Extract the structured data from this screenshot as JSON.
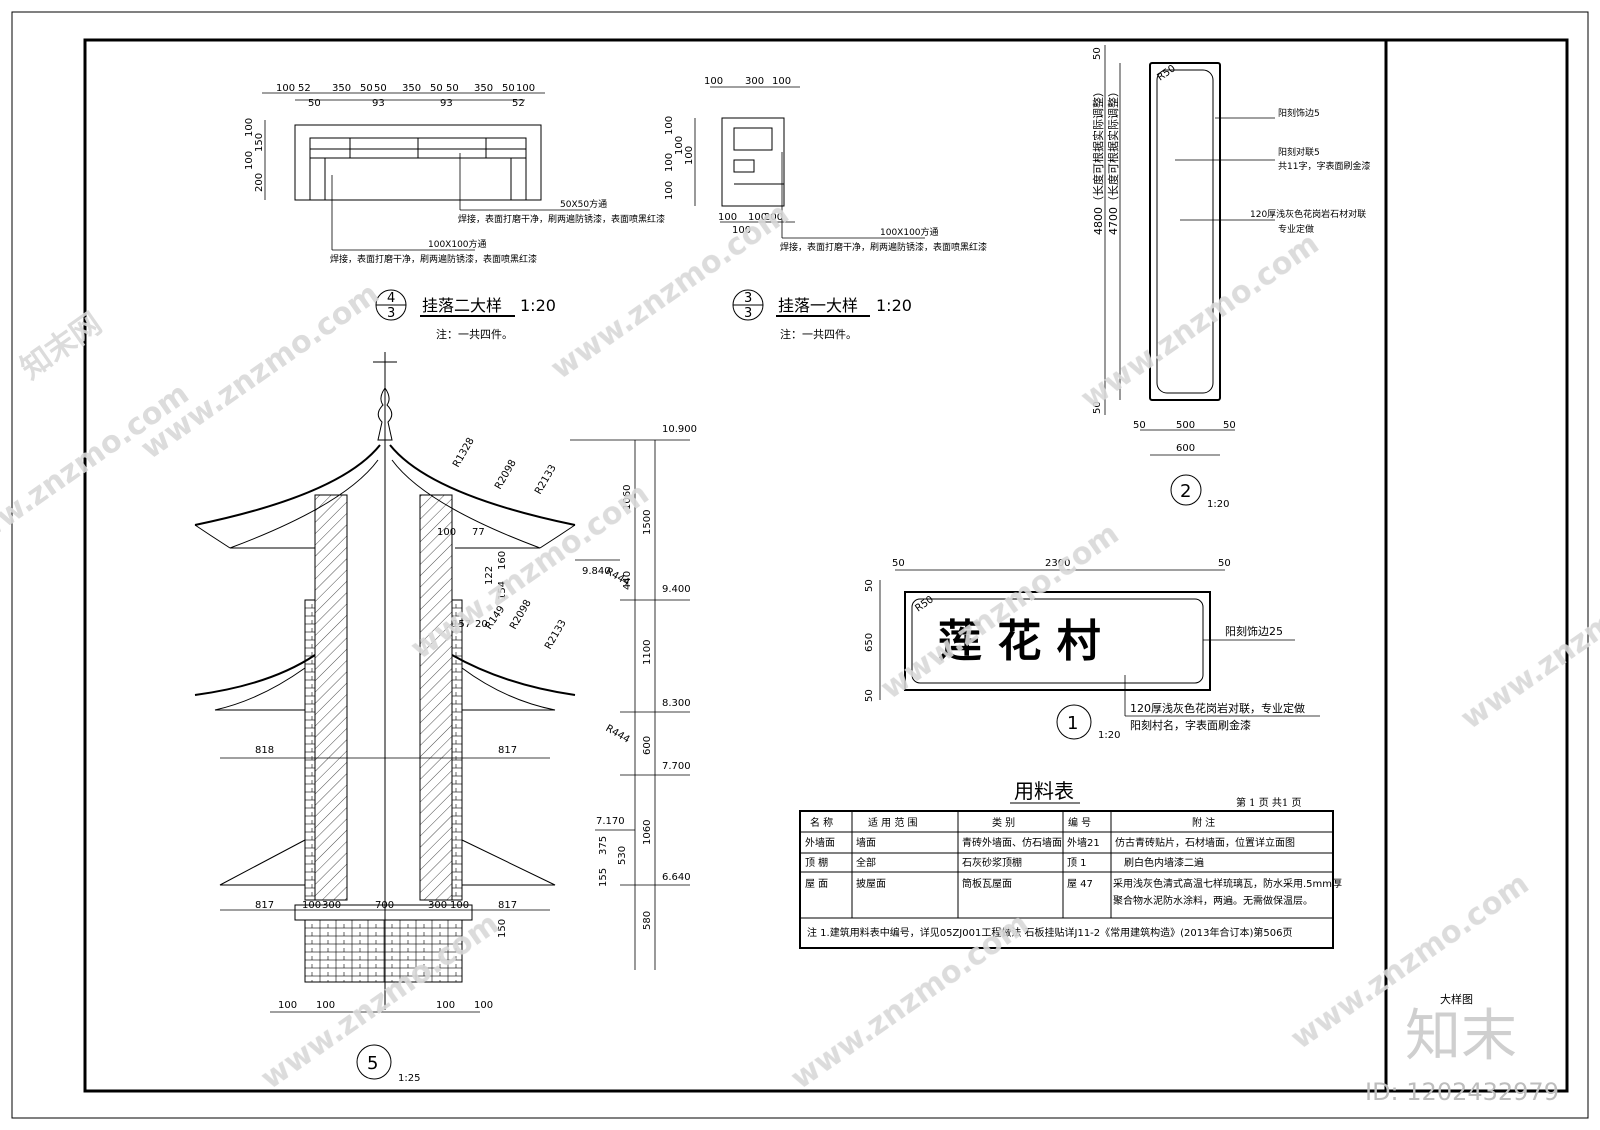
{
  "detail_4": {
    "title": "挂落二大样",
    "scale": "1:20",
    "num_top": "4",
    "num_bottom": "3",
    "note": "注：一共四件。",
    "dims_top": [
      "100",
      "52",
      "350",
      "50",
      "50",
      "350",
      "50",
      "50",
      "350",
      "50",
      "100"
    ],
    "dims_sub": [
      "50",
      "93",
      "93",
      "52"
    ],
    "dims_left": [
      "100",
      "150",
      "100",
      "200"
    ],
    "label_a_spec": "50X50方通",
    "label_a_note": "焊接，表面打磨干净，刷两遍防锈漆，表面喷黑红漆",
    "label_b_spec": "100X100方通",
    "label_b_note": "焊接，表面打磨干净，刷两遍防锈漆，表面喷黑红漆"
  },
  "detail_3": {
    "title": "挂落一大样",
    "scale": "1:20",
    "num_top": "3",
    "num_bottom": "3",
    "note": "注：一共四件。",
    "dims_top": [
      "100",
      "300",
      "100"
    ],
    "dims_left": [
      "100",
      "100",
      "100",
      "100",
      "100"
    ],
    "dims_bottom": [
      "100",
      "100",
      "200",
      "100"
    ],
    "label_spec": "100X100方通",
    "label_note": "焊接，表面打磨干净，刷两遍防锈漆，表面喷黑红漆"
  },
  "detail_2": {
    "num": "2",
    "scale": "1:20",
    "r_label": "R50",
    "dim_total_vertical": "4800（长度可根据实际调整）",
    "dim_inner_vertical": "4700（长度可根据实际调整）",
    "dim_top": "50",
    "dim_bottom": "50",
    "dims_width": [
      "50",
      "500",
      "50"
    ],
    "dim_total_width": "600",
    "label_1": "阳刻饰边5",
    "label_2": "阳刻对联5",
    "label_2b": "共11字，字表面刷金漆",
    "label_3": "120厚浅灰色花岗岩石材对联",
    "label_3b": "专业定做"
  },
  "detail_1": {
    "num": "1",
    "scale": "1:20",
    "sign_text": "莲  花  村",
    "r_label": "R50",
    "dims_top": [
      "50",
      "2300",
      "50"
    ],
    "dims_left": [
      "50",
      "650",
      "50"
    ],
    "label_border": "阳刻饰边25",
    "label_stone": "120厚浅灰色花岗岩对联，专业定做",
    "label_stone_b": "阳刻村名，字表面刷金漆"
  },
  "detail_5": {
    "num": "5",
    "scale": "1:25",
    "elevations": [
      "10.900",
      "9.840",
      "9.400",
      "8.300",
      "7.700",
      "7.170",
      "6.640"
    ],
    "dims_right": [
      "1060",
      "1500",
      "440",
      "1100",
      "600",
      "1060",
      "580"
    ],
    "dims_inner": [
      "375",
      "530",
      "155",
      "160",
      "122",
      "154"
    ],
    "radii": [
      "R1328",
      "R2098",
      "R2133",
      "R444",
      "R149",
      "R2098",
      "R2133",
      "R444"
    ],
    "dims_small": [
      "100",
      "77",
      "157",
      "20",
      "150"
    ],
    "dims_mid": [
      "818",
      "817"
    ],
    "dims_base": [
      "817",
      "100",
      "300",
      "700",
      "300",
      "100",
      "817"
    ],
    "dims_foot": [
      "100",
      "100",
      "100",
      "100"
    ]
  },
  "material_table": {
    "title": "用料表",
    "page": "第 1 页 共1 页",
    "headers": [
      "名  称",
      "适  用  范  围",
      "类    别",
      "编  号",
      "附    注"
    ],
    "rows": [
      [
        "外墙面",
        "墙面",
        "青砖外墙面、仿石墙面",
        "外墙21",
        "仿古青砖贴片，石材墙面，位置详立面图"
      ],
      [
        "顶  棚",
        "全部",
        "石灰砂浆顶棚",
        "顶  1",
        "刷白色内墙漆二遍"
      ],
      [
        "屋  面",
        "披屋面",
        "筒板瓦屋面",
        "屋  47",
        "采用浅灰色清式高温七样琉璃瓦，防水采用.5mm厚"
      ]
    ],
    "row3_extra": "聚合物水泥防水涂料，两遍。无需做保温层。",
    "note": "注  1.建筑用料表中编号，详见05ZJ001工程做法 石板挂贴详J11-2《常用建筑构造》(2013年合订本)第506页"
  },
  "title_block": {
    "label": "大样图"
  },
  "watermark": {
    "brand": "知末",
    "site": "www.znzmo.com",
    "cn": "知末网",
    "id": "ID: 1202432979"
  }
}
